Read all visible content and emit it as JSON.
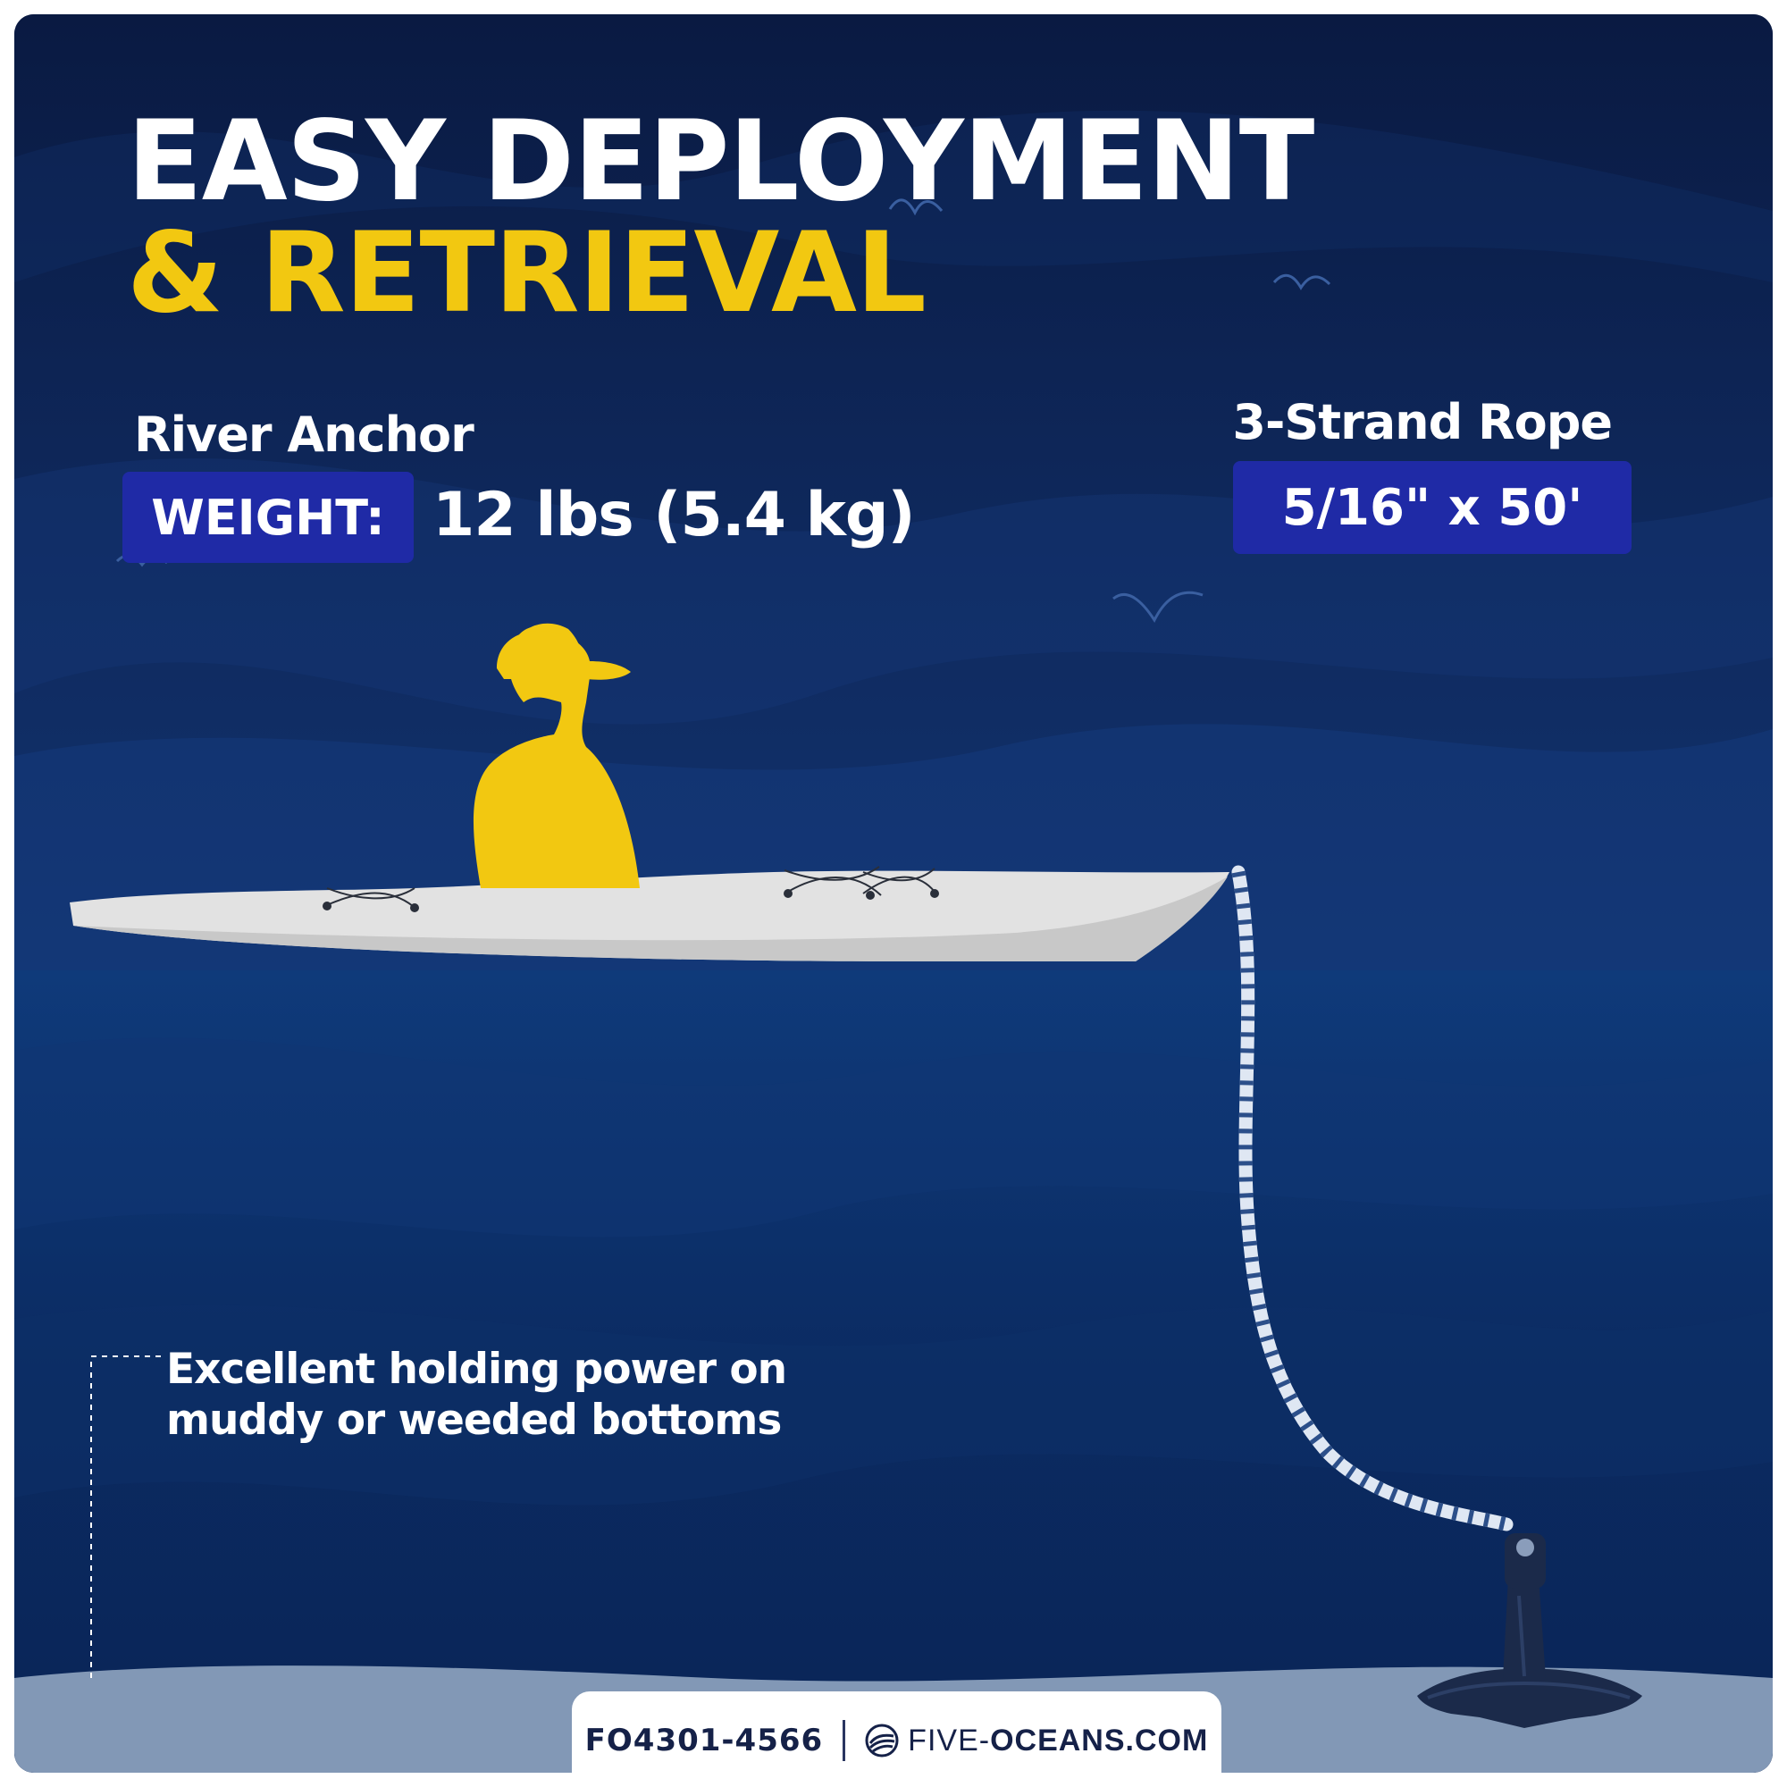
{
  "headline": {
    "line1": "EASY DEPLOYMENT",
    "line2": "& RETRIEVAL"
  },
  "anchor": {
    "label": "River Anchor",
    "weight_label": "WEIGHT:",
    "weight_value": "12 lbs (5.4 kg)"
  },
  "rope": {
    "label": "3-Strand Rope",
    "size": "5/16\" x 50'"
  },
  "callout": {
    "line1": "Excellent holding power on",
    "line2": "muddy or weeded bottoms"
  },
  "footer": {
    "sku": "FO4301-4566",
    "brand_prefix": "FIVE-",
    "brand_main": "OCEANS.COM",
    "logo_icon": "five-oceans-logo-icon"
  },
  "colors": {
    "sky": "#0c1d48",
    "water": "#0d2f6e",
    "accent_yellow": "#f2c811",
    "badge_blue": "#1f2aa6",
    "kayak": "#e2e2e2",
    "seabed": "#8298b6"
  }
}
